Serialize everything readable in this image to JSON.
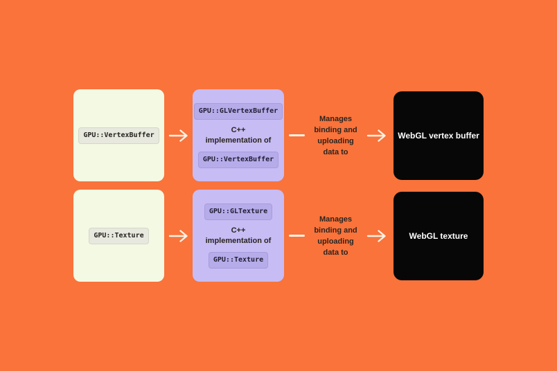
{
  "colors": {
    "bg": "#F9733B",
    "cream_box": "#F4F9E3",
    "cream_chip_bg": "#E8E9DE",
    "cream_chip_border": "#D4D6C8",
    "purple_box": "#C7BCF4",
    "purple_chip_bg": "#B7ACEA",
    "purple_chip_border": "#A89CDC",
    "black_box": "#070707",
    "arrow": "#F7F2E4",
    "text_dark": "#2A2420",
    "text_light": "#FFFFFF"
  },
  "diagram": {
    "rows": [
      {
        "source_code": "GPU::VertexBuffer",
        "impl_code": "GPU::GLVertexBuffer",
        "note_lines": [
          "C++",
          "implementation of"
        ],
        "ref_code": "GPU::VertexBuffer",
        "relation_lines": [
          "Manages",
          "binding and",
          "uploading",
          "data to"
        ],
        "target_label": "WebGL vertex buffer"
      },
      {
        "source_code": "GPU::Texture",
        "impl_code": "GPU::GLTexture",
        "note_lines": [
          "C++",
          "implementation of"
        ],
        "ref_code": "GPU::Texture",
        "relation_lines": [
          "Manages",
          "binding and",
          "uploading",
          "data to"
        ],
        "target_label": "WebGL texture"
      }
    ]
  }
}
